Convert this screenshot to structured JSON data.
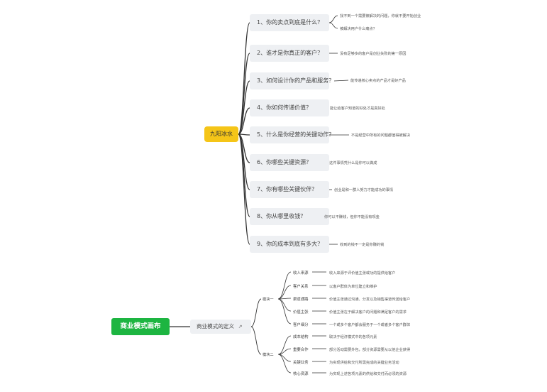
{
  "root_label": "九阳冰水",
  "questions": [
    {
      "label": "1、你的卖点到底是什么？",
      "answers": [
        "找不到一个需要被解决的问题，你就不要开始创业",
        "被解决用户什么痛点？"
      ]
    },
    {
      "label": "2、谁才是你真正的客户？",
      "answers": [
        "没有足够多的客户是创业失败的第一原因"
      ]
    },
    {
      "label": "3、如何设计你的产品和服务？",
      "answers": [
        "能传递核心卖点的产品才是好产品"
      ]
    },
    {
      "label": "4、你如何传递价值？",
      "answers": [
        "能让给客户知道的好处才是真好处"
      ]
    },
    {
      "label": "5、什么是你经营的关键动作？",
      "answers": [
        "不是经营中所有的问题都值得被解决"
      ]
    },
    {
      "label": "6、你哪些关键资源？",
      "answers": [
        "这件事情凭什么是你可以做成"
      ]
    },
    {
      "label": "7、你有哪些关键伙伴？",
      "answers": [
        "创业是和一群人努力才能成功的事情"
      ]
    },
    {
      "label": "8、你从哪里收钱？",
      "answers": [
        "你可以不赚钱，但你不能没有现金"
      ]
    },
    {
      "label": "9、你的成本到底有多大？",
      "answers": [
        "收到的钱不一定是你赚的钱"
      ]
    }
  ],
  "bm_root_label": "商业模式画布",
  "bm_def_label": "商业模式的定义",
  "bm_def_icon": "↗",
  "modules": [
    {
      "label": "模块一",
      "items": [
        {
          "label": "收入来源",
          "desc": "收入来源于评价值主张或功的提供给客户"
        },
        {
          "label": "客户关系",
          "desc": "以客户群体为单位建立和维护"
        },
        {
          "label": "渠道通路",
          "desc": "价值主张通过沟通、分发以及销售渠道传送给客户"
        },
        {
          "label": "价值主张",
          "desc": "价值主张在于解决客户的问题和满足客户的需求"
        },
        {
          "label": "客户细分",
          "desc": "一个或多个客户都会服务于一个或者多个客户群体"
        }
      ]
    },
    {
      "label": "模块二",
      "items": [
        {
          "label": "成本结构",
          "desc": "取决于经济模式中的各项元素"
        },
        {
          "label": "重要合作",
          "desc": "部分活动需要外包，部分资源需要从以他企业获得"
        },
        {
          "label": "关键业务",
          "desc": "为实现供给和交付所需完成的关键业务活动"
        },
        {
          "label": "核心资源",
          "desc": "为实现上述各项元素的供给和交付而必须的资源"
        }
      ]
    }
  ],
  "colors": {
    "root": "#f5c518",
    "bm_root": "#1db541",
    "node_bg": "#eef0f3",
    "line": "#333333"
  }
}
